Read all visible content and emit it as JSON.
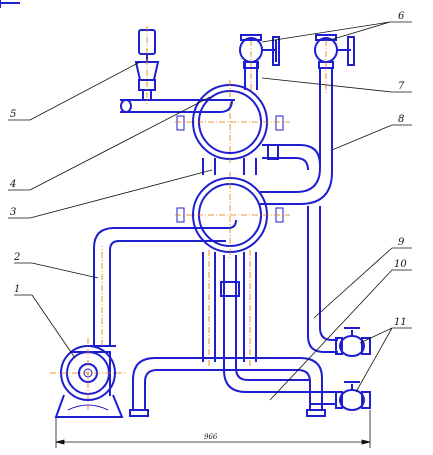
{
  "callouts": [
    {
      "id": "label-1",
      "text": "1"
    },
    {
      "id": "label-2",
      "text": "2"
    },
    {
      "id": "label-3",
      "text": "3"
    },
    {
      "id": "label-4",
      "text": "4"
    },
    {
      "id": "label-5",
      "text": "5"
    },
    {
      "id": "label-6",
      "text": "6"
    },
    {
      "id": "label-7",
      "text": "7"
    },
    {
      "id": "label-8",
      "text": "8"
    },
    {
      "id": "label-9",
      "text": "9"
    },
    {
      "id": "label-10",
      "text": "10"
    },
    {
      "id": "label-11",
      "text": "11"
    }
  ],
  "dimension": {
    "value": "966"
  },
  "colors": {
    "line": "#1f1fd0",
    "axis": "#e07800",
    "leader": "#111111"
  }
}
